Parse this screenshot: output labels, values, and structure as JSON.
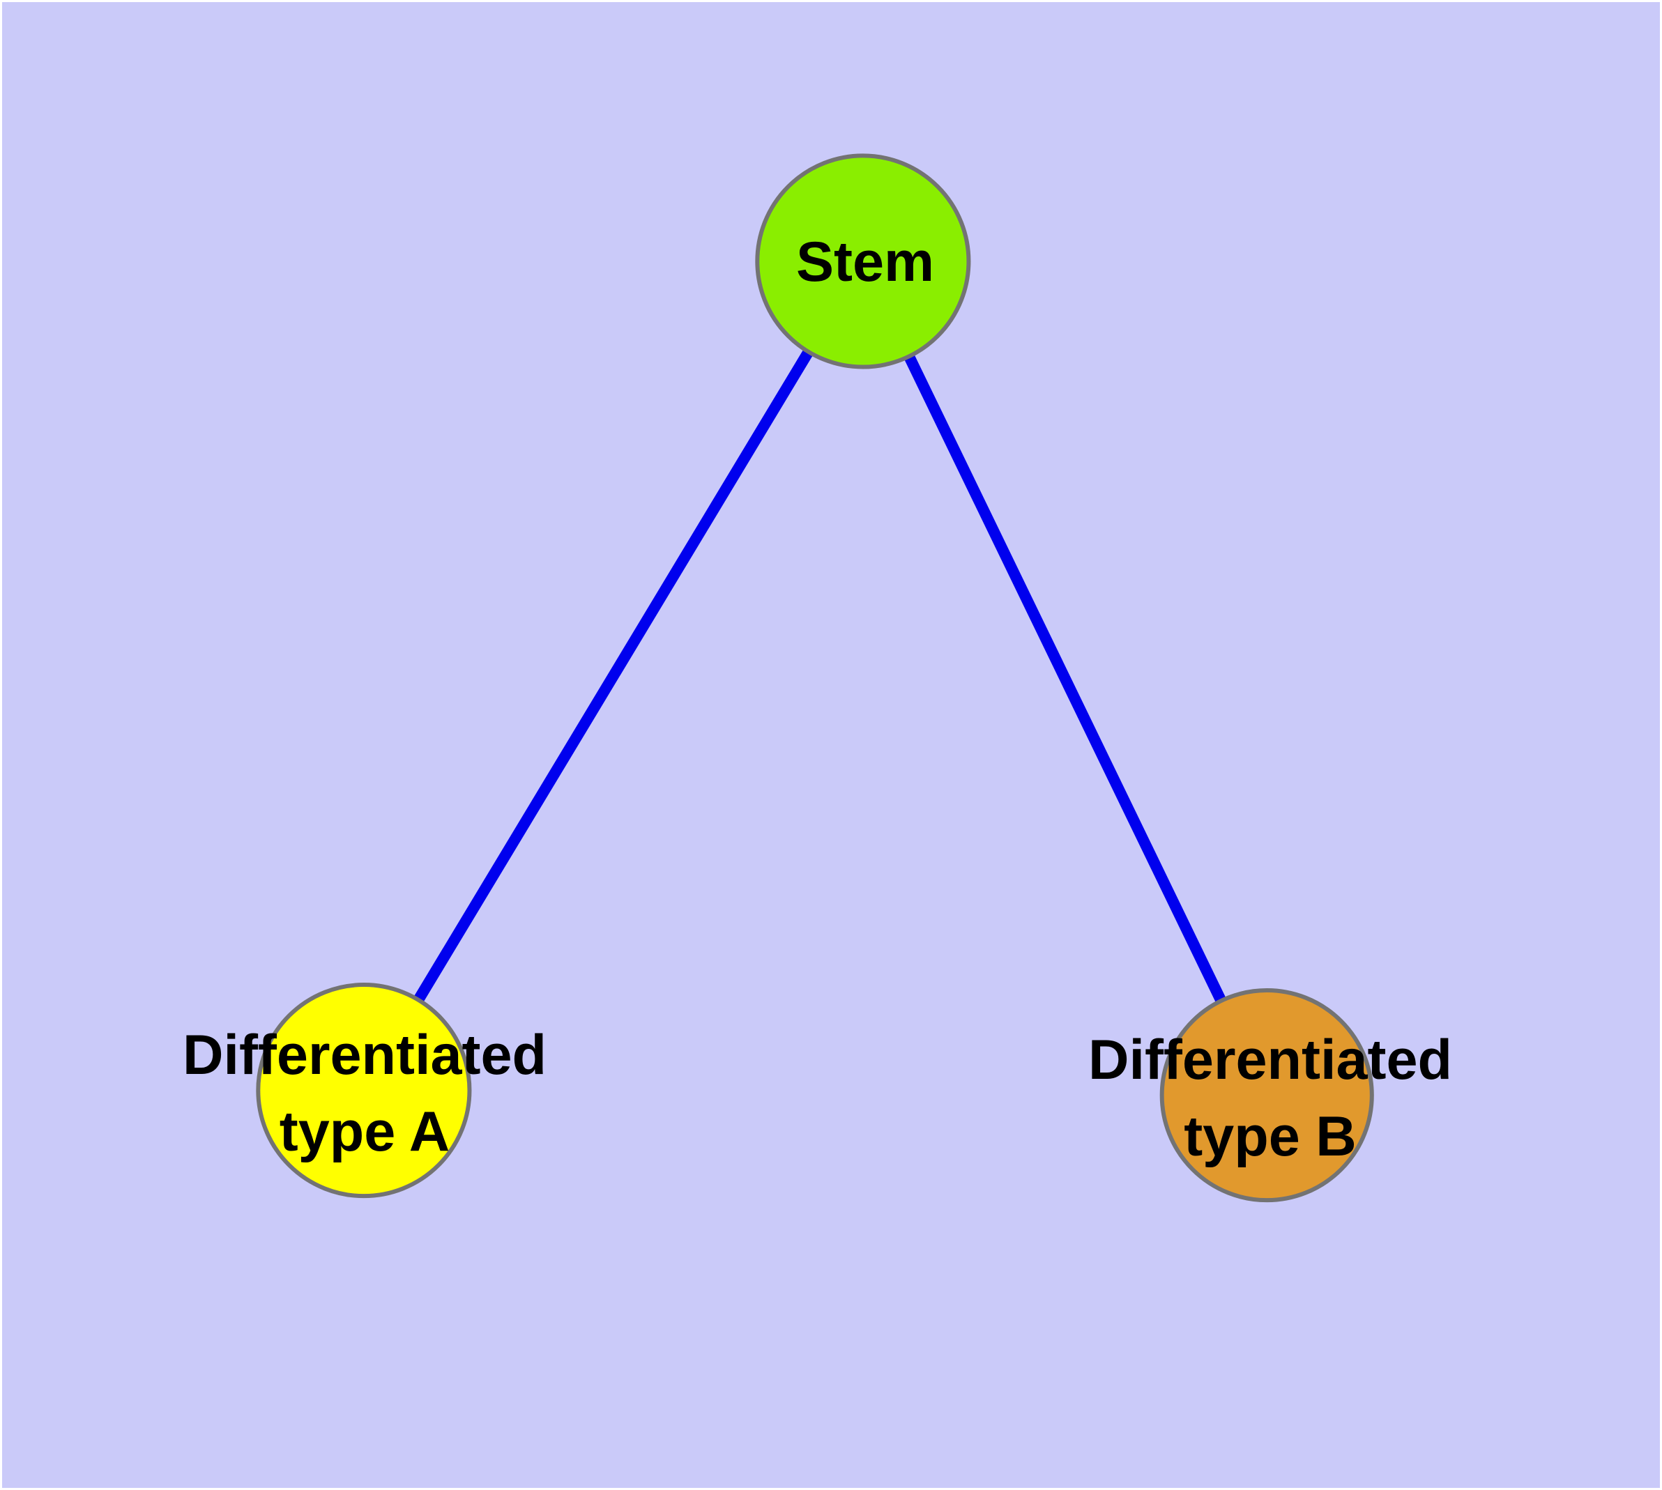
{
  "colors": {
    "background": "#cacaf9",
    "page_margin": "#ffffff",
    "edge": "#0000ee",
    "node_border": "#737373",
    "label_text": "#000000"
  },
  "nodes": {
    "stem": {
      "label": "Stem",
      "fill": "#8aee00"
    },
    "type_a": {
      "label_line1": "Differentiated",
      "label_line2": "type A",
      "fill": "#ffff00"
    },
    "type_b": {
      "label_line1": "Differentiated",
      "label_line2": "type B",
      "fill": "#e1992d"
    }
  },
  "edges": [
    {
      "from": "Stem",
      "to": "Differentiated type A"
    },
    {
      "from": "Stem",
      "to": "Differentiated type B"
    }
  ]
}
